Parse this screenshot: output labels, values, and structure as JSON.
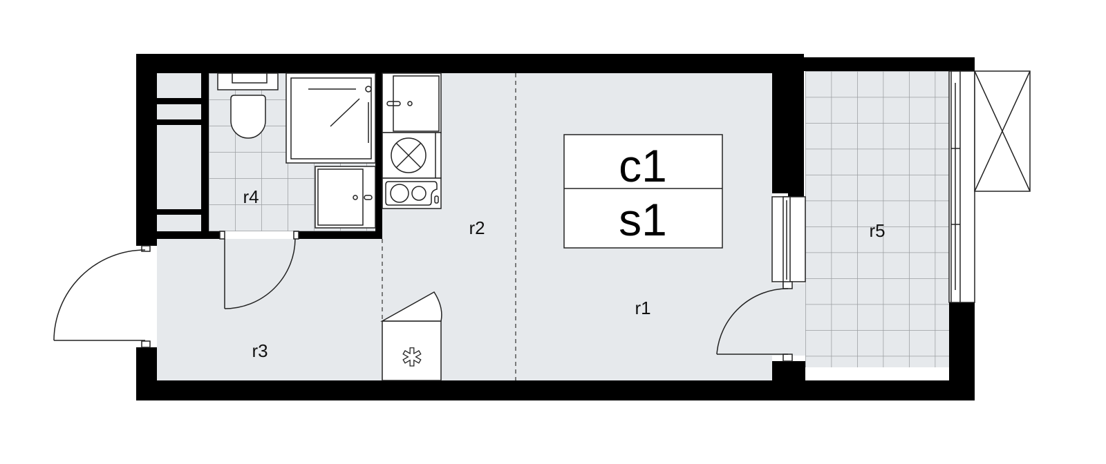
{
  "plan": {
    "rooms": [
      {
        "id": "r1",
        "label": "r1"
      },
      {
        "id": "r2",
        "label": "r2"
      },
      {
        "id": "r3",
        "label": "r3"
      },
      {
        "id": "r4",
        "label": "r4"
      },
      {
        "id": "r5",
        "label": "r5"
      }
    ],
    "tag": {
      "top": "c1",
      "bottom": "s1"
    }
  },
  "colors": {
    "wall": "#000000",
    "floor": "#e6e9ec",
    "tile": "#9a9da0"
  }
}
